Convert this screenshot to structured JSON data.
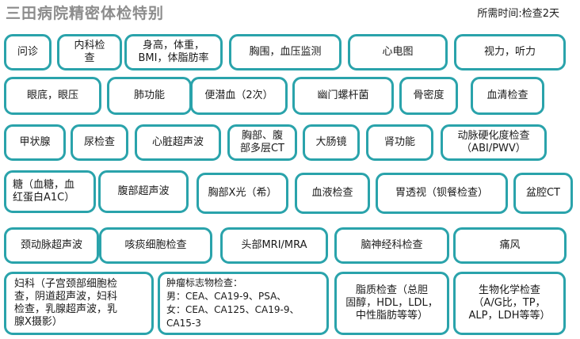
{
  "header": {
    "title": "三田病院精密体检特别",
    "time_label": "所需时间:检查2天"
  },
  "accent_color": "#2aa3ab",
  "items": [
    "问诊",
    "内科检\n查",
    "身高，体重，\nBMI，体脂肪率",
    "胸围，血压监测",
    "心电图",
    "视力，听力",
    "眼底，眼压",
    "肺功能",
    "便潜血（2次）",
    "幽门螺杆菌",
    "骨密度",
    "血清检查",
    "甲状腺",
    "尿检查",
    "心脏超声波",
    "胸部、腹\n部多层CT",
    "大肠镜",
    "肾功能",
    "动脉硬化度检查\n（ABI/PWV）",
    "糖（血糖，血\n红蛋白A1C）",
    "腹部超声波",
    "胸部X光（希）",
    "血液检查",
    "胃透视（钡餐检查）",
    "盆腔CT",
    "颈动脉超声波",
    "咳痰细胞检查",
    "头部MRI/MRA",
    "脑神经科检查",
    "痛风",
    "妇科（子宫颈部细胞检\n查，阴道超声波，妇科\n检查，乳腺超声波，乳\n腺X摄影）",
    "肿瘤标志物检查：\n男：CEA、CA19-9、PSA、\n女：CEA、CA125、CA19-9、\nCA15-3",
    "脂质检查（总胆\n固醇，HDL，LDL，\n中性脂肪等等）",
    "生物化学检查\n（A/G比，TP，\nALP，LDH等等）"
  ]
}
